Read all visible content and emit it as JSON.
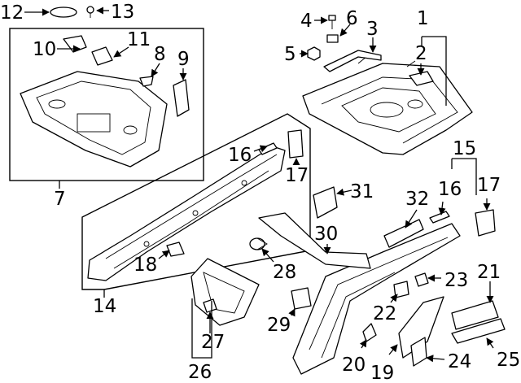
{
  "callouts": [
    {
      "id": "c1",
      "label": "1"
    },
    {
      "id": "c2",
      "label": "2"
    },
    {
      "id": "c3",
      "label": "3"
    },
    {
      "id": "c4",
      "label": "4"
    },
    {
      "id": "c5",
      "label": "5"
    },
    {
      "id": "c6",
      "label": "6"
    },
    {
      "id": "c7",
      "label": "7"
    },
    {
      "id": "c8",
      "label": "8"
    },
    {
      "id": "c9",
      "label": "9"
    },
    {
      "id": "c10",
      "label": "10"
    },
    {
      "id": "c11",
      "label": "11"
    },
    {
      "id": "c12",
      "label": "12"
    },
    {
      "id": "c13",
      "label": "13"
    },
    {
      "id": "c14",
      "label": "14"
    },
    {
      "id": "c15",
      "label": "15"
    },
    {
      "id": "c16a",
      "label": "16"
    },
    {
      "id": "c16b",
      "label": "16"
    },
    {
      "id": "c17a",
      "label": "17"
    },
    {
      "id": "c17b",
      "label": "17"
    },
    {
      "id": "c18",
      "label": "18"
    },
    {
      "id": "c19",
      "label": "19"
    },
    {
      "id": "c20",
      "label": "20"
    },
    {
      "id": "c21",
      "label": "21"
    },
    {
      "id": "c22",
      "label": "22"
    },
    {
      "id": "c23",
      "label": "23"
    },
    {
      "id": "c24",
      "label": "24"
    },
    {
      "id": "c25",
      "label": "25"
    },
    {
      "id": "c26",
      "label": "26"
    },
    {
      "id": "c27",
      "label": "27"
    },
    {
      "id": "c28",
      "label": "28"
    },
    {
      "id": "c29",
      "label": "29"
    },
    {
      "id": "c30",
      "label": "30"
    },
    {
      "id": "c31",
      "label": "31"
    },
    {
      "id": "c32",
      "label": "32"
    }
  ]
}
